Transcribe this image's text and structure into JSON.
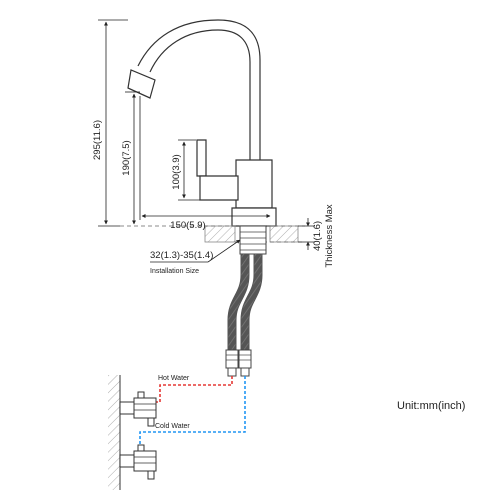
{
  "dimensions": {
    "total_height": "295(11.6)",
    "spout_height": "190(7.5)",
    "handle_height": "100(3.9)",
    "reach": "150(5.9)",
    "deck_thickness": "40(1.6)",
    "thickness_label": "Thickness Max",
    "hole_size": "32(1.3)-35(1.4)",
    "hole_label": "Installation Size"
  },
  "hoses": {
    "hot_label": "Hot Water",
    "cold_label": "Cold Water",
    "hot_color": "#e53935",
    "cold_color": "#2196f3"
  },
  "unit_note": "Unit:mm(inch)"
}
